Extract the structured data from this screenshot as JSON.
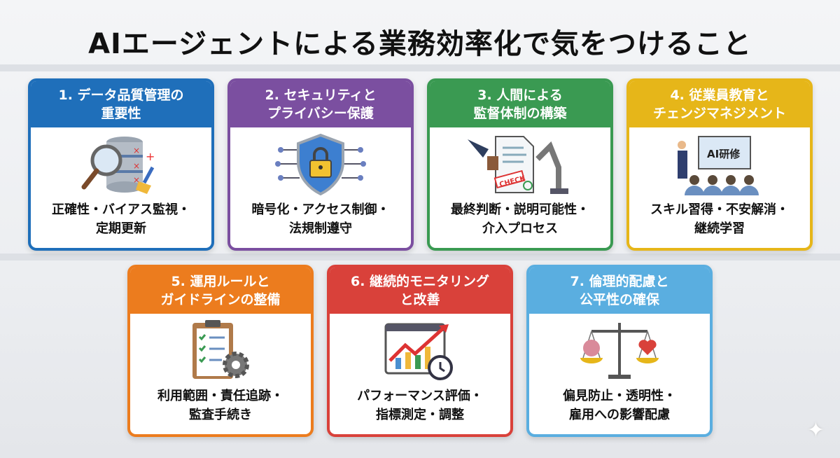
{
  "title": "AIエージェントによる業務効率化で気をつけること",
  "colors": {
    "blue": "#1f6fba",
    "purple": "#7b4fa0",
    "green": "#3a9a52",
    "yellow": "#e6b619",
    "orange": "#ec7c1e",
    "red": "#d9413a",
    "lightblue": "#5aaee0"
  },
  "cards": [
    {
      "title": "1. データ品質管理の\n重要性",
      "desc": "正確性・バイアス監視・\n定期更新",
      "icon": "database-magnifier-icon"
    },
    {
      "title": "2. セキュリティと\nプライバシー保護",
      "desc": "暗号化・アクセス制御・\n法規制遵守",
      "icon": "shield-lock-icon"
    },
    {
      "title": "3. 人間による\n監督体制の構築",
      "desc": "最終判断・説明可能性・\n介入プロセス",
      "icon": "stamp-robot-icon",
      "icon_text": "CHECK"
    },
    {
      "title": "4. 従業員教育と\nチェンジマネジメント",
      "desc": "スキル習得・不安解消・\n継続学習",
      "icon": "training-icon",
      "icon_text": "AI研修"
    },
    {
      "title": "5. 運用ルールと\nガイドラインの整備",
      "desc": "利用範囲・責任追跡・\n監査手続き",
      "icon": "clipboard-gear-icon"
    },
    {
      "title": "6. 継続的モニタリング\nと改善",
      "desc": "パフォーマンス評価・\n指標測定・調整",
      "icon": "chart-clock-icon"
    },
    {
      "title": "7. 倫理的配慮と\n公平性の確保",
      "desc": "偏見防止・透明性・\n雇用への影響配慮",
      "icon": "scale-icon"
    }
  ]
}
